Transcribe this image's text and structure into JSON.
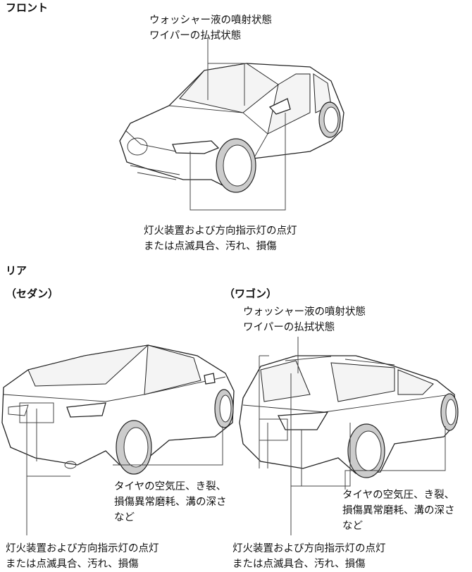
{
  "front": {
    "heading": "フロント",
    "washer_label": [
      "ウォッシャー液の噴射状態",
      "ワイパーの払拭状態"
    ],
    "lamp_label": [
      "灯火装置および方向指示灯の点灯",
      "または点滅具合、汚れ、損傷"
    ]
  },
  "rear": {
    "heading": "リア",
    "sedan": {
      "subheading": "（セダン）",
      "tire_label": [
        "タイヤの空気圧、き裂、",
        "損傷異常磨耗、溝の深さ",
        "など"
      ],
      "lamp_label": [
        "灯火装置および方向指示灯の点灯",
        "または点滅具合、汚れ、損傷"
      ]
    },
    "wagon": {
      "subheading": "（ワゴン）",
      "washer_label": [
        "ウォッシャー液の噴射状態",
        "ワイパーの払拭状態"
      ],
      "tire_label": [
        "タイヤの空気圧、き裂、",
        "損傷異常磨耗、溝の深さ",
        "など"
      ],
      "lamp_label": [
        "灯火装置および方向指示灯の点灯",
        "または点滅具合、汚れ、損傷"
      ]
    }
  }
}
